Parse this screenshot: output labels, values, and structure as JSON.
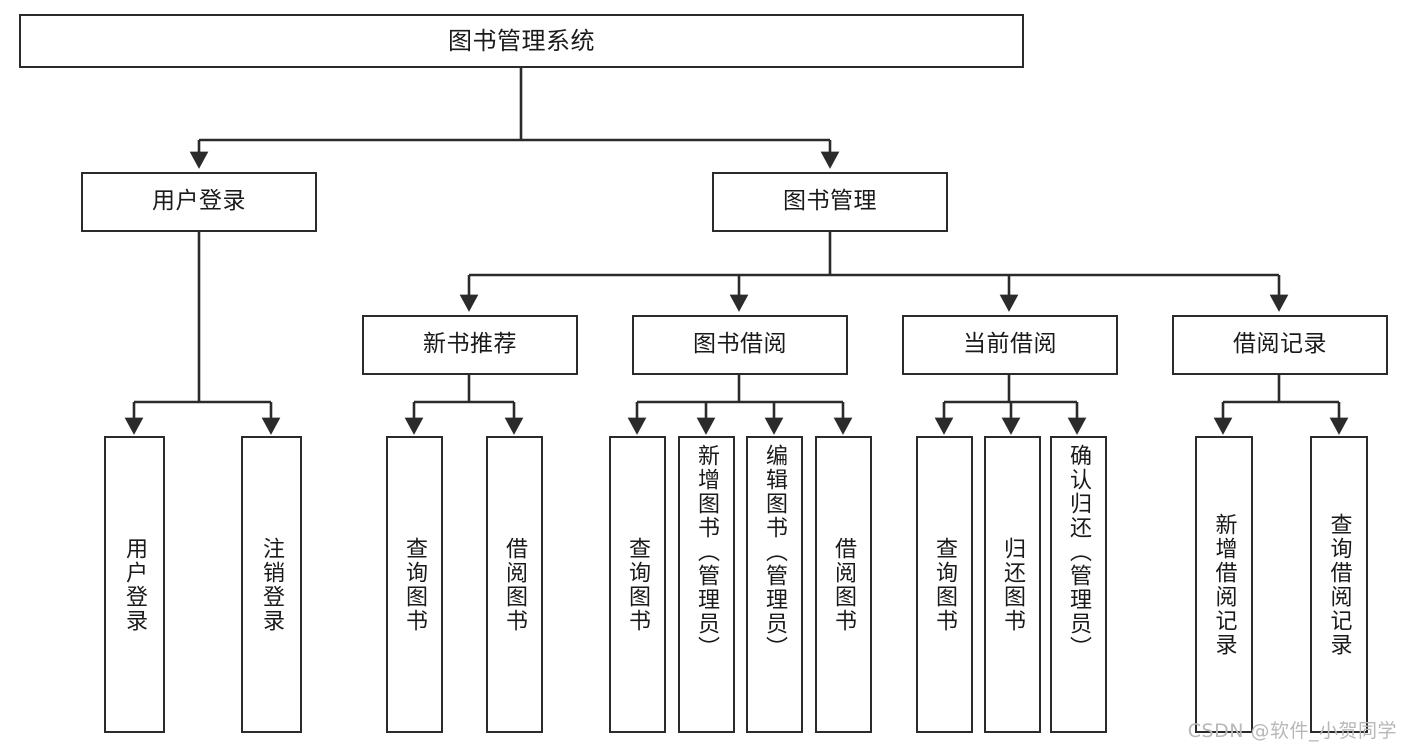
{
  "diagram": {
    "type": "hierarchy-tree",
    "title": "图书管理系统",
    "stroke_color": "#2b2b2b",
    "fill_color": "#ffffff",
    "text_color": "#1a1a1a",
    "levels": {
      "level1": [
        {
          "id": "root",
          "label": "图书管理系统"
        }
      ],
      "level2": [
        {
          "id": "user-login",
          "label": "用户登录"
        },
        {
          "id": "book-management",
          "label": "图书管理"
        }
      ],
      "level3": [
        {
          "id": "new-book-recommend",
          "label": "新书推荐"
        },
        {
          "id": "book-borrow",
          "label": "图书借阅"
        },
        {
          "id": "current-borrow",
          "label": "当前借阅"
        },
        {
          "id": "borrow-record",
          "label": "借阅记录"
        }
      ],
      "level4": [
        {
          "id": "leaf-user-login",
          "label": "用户登录",
          "parent": "user-login"
        },
        {
          "id": "leaf-logout",
          "label": "注销登录",
          "parent": "user-login"
        },
        {
          "id": "leaf-query-book-1",
          "label": "查询图书",
          "parent": "new-book-recommend"
        },
        {
          "id": "leaf-borrow-book-1",
          "label": "借阅图书",
          "parent": "new-book-recommend"
        },
        {
          "id": "leaf-query-book-2",
          "label": "查询图书",
          "parent": "book-borrow"
        },
        {
          "id": "leaf-add-book",
          "label": "新增图书（管理员）",
          "parent": "book-borrow"
        },
        {
          "id": "leaf-edit-book",
          "label": "编辑图书（管理员）",
          "parent": "book-borrow"
        },
        {
          "id": "leaf-borrow-book-2",
          "label": "借阅图书",
          "parent": "book-borrow"
        },
        {
          "id": "leaf-query-book-3",
          "label": "查询图书",
          "parent": "current-borrow"
        },
        {
          "id": "leaf-return-book",
          "label": "归还图书",
          "parent": "current-borrow"
        },
        {
          "id": "leaf-confirm-return",
          "label": "确认归还（管理员）",
          "parent": "current-borrow"
        },
        {
          "id": "leaf-add-record",
          "label": "新增借阅记录",
          "parent": "borrow-record"
        },
        {
          "id": "leaf-query-record",
          "label": "查询借阅记录",
          "parent": "borrow-record"
        }
      ]
    }
  },
  "watermark": {
    "text": "CSDN @软件_小贺同学"
  }
}
